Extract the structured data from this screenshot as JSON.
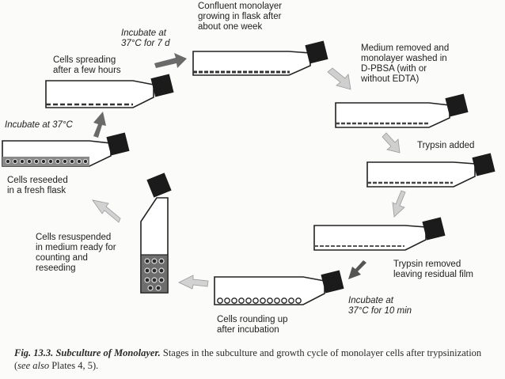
{
  "labels": {
    "incubate_7d": "Incubate at\n37°C for 7 d",
    "confluent": "Confluent monolayer\ngrowing in flask after\nabout one week",
    "medium_removed": "Medium removed and\nmonolayer washed in\nD-PBSA (with or\nwithout EDTA)",
    "trypsin_added": "Trypsin added",
    "trypsin_removed": "Trypsin removed\nleaving residual film",
    "incubate_10min": "Incubate at\n37°C for 10 min",
    "cells_rounding": "Cells rounding up\nafter incubation",
    "cells_resuspended": "Cells resuspended\nin medium ready for\ncounting and\nreseeding",
    "cells_reseeded": "Cells reseeded\nin a fresh flask",
    "incubate_37": "Incubate at 37°C",
    "cells_spreading": "Cells spreading\nafter a few hours"
  },
  "caption": {
    "fig_label": "Fig. 13.3.",
    "title": "Subculture of Monolayer.",
    "text_a": " Stages in the subculture and growth cycle of monolayer cells after trypsinization (",
    "see_also": "see also",
    "text_b": " Plates 4, 5)."
  },
  "colors": {
    "ink": "#222222",
    "arrow_dark": "#6a6a6a",
    "arrow_light": "#c4c4c4",
    "cap": "#2b2b2b"
  }
}
